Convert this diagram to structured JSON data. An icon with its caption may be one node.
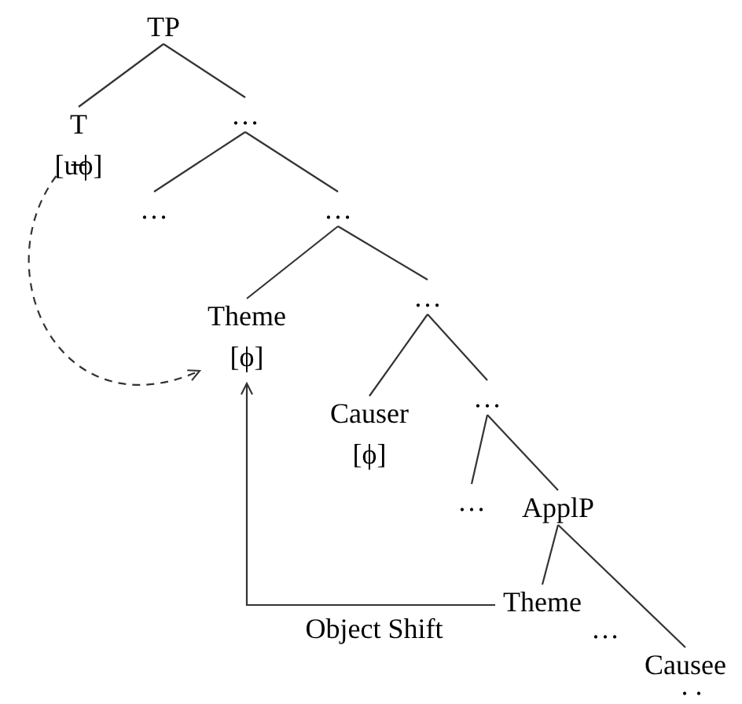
{
  "diagram": {
    "nodes": [
      {
        "text": [
          "TP"
        ]
      },
      {
        "text": [
          "T",
          "[u̶ϕ]"
        ]
      },
      {
        "text": [
          "…"
        ]
      },
      {
        "text": [
          "…"
        ]
      },
      {
        "text": [
          "…"
        ]
      },
      {
        "text": [
          "Theme",
          "[ϕ]"
        ]
      },
      {
        "text": [
          "…"
        ]
      },
      {
        "text": [
          "Causer",
          "[ϕ]"
        ]
      },
      {
        "text": [
          "…"
        ]
      },
      {
        "text": [
          "…"
        ]
      },
      {
        "text": [
          "ApplP"
        ]
      },
      {
        "text": [
          "Theme"
        ]
      },
      {
        "text": [
          "Causee"
        ]
      }
    ],
    "edges": [
      {
        "from": 0,
        "to": 1,
        "arrow": "none"
      },
      {
        "from": 0,
        "to": 2,
        "arrow": "none"
      },
      {
        "from": 2,
        "to": 3,
        "arrow": "none"
      },
      {
        "from": 2,
        "to": 4,
        "arrow": "none"
      },
      {
        "from": 4,
        "to": 5,
        "arrow": "none"
      },
      {
        "from": 4,
        "to": 6,
        "arrow": "none"
      },
      {
        "from": 6,
        "to": 7,
        "arrow": "none"
      },
      {
        "from": 6,
        "to": 8,
        "arrow": "none"
      },
      {
        "from": 8,
        "to": 9,
        "arrow": "none"
      },
      {
        "from": 8,
        "to": 10,
        "arrow": "none"
      },
      {
        "from": 10,
        "to": 11,
        "arrow": "none"
      },
      {
        "from": 10,
        "to": 12,
        "arrow": "none"
      },
      {
        "from": 1,
        "to": 5,
        "arrow": "to",
        "style": "dashed"
      },
      {
        "from": 11,
        "to": 5,
        "arrow": "to",
        "label": "Object Shift"
      }
    ],
    "labels": [
      "…",
      ". ."
    ]
  }
}
